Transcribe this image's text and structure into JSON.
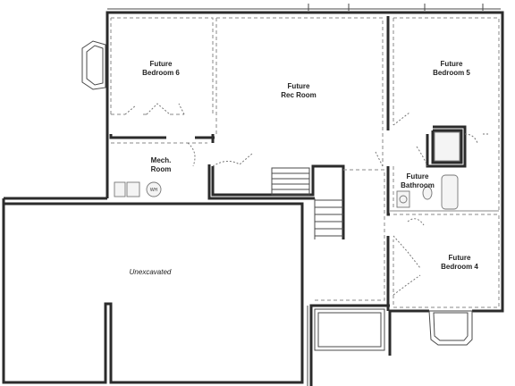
{
  "rooms": {
    "bedroom6": [
      "Future",
      "Bedroom 6"
    ],
    "rec_room": [
      "Future",
      "Rec Room"
    ],
    "bedroom5": [
      "Future",
      "Bedroom 5"
    ],
    "mech_room": [
      "Mech.",
      "Room"
    ],
    "bathroom": [
      "Future",
      "Bathroom"
    ],
    "bedroom4": [
      "Future",
      "Bedroom 4"
    ],
    "unexcavated": "Unexcavated"
  },
  "fixtures": {
    "water_heater": "WH"
  }
}
